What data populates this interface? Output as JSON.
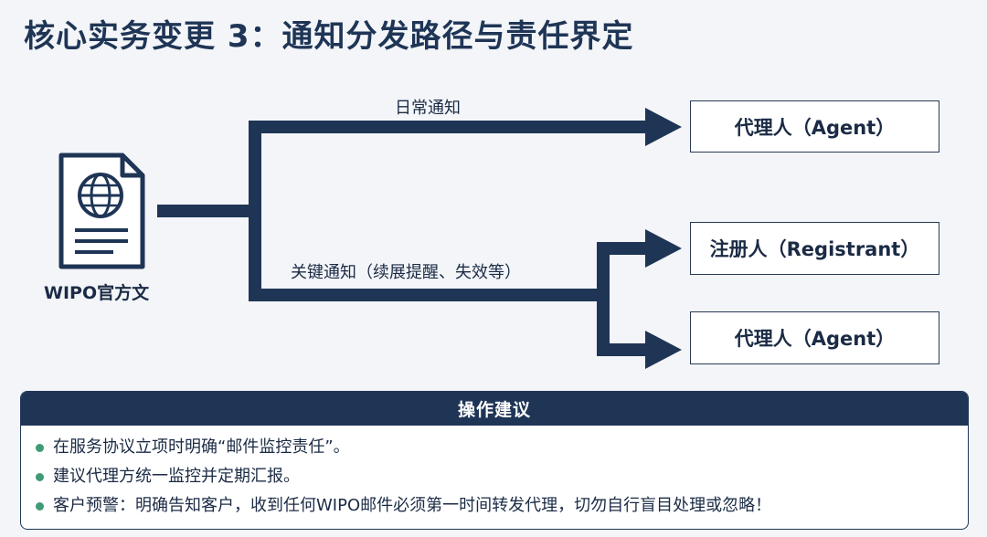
{
  "title": "核心实务变更 3：通知分发路径与责任界定",
  "source": {
    "label": "WIPO官方文",
    "icon": "document-globe-icon"
  },
  "edges": {
    "daily_label": "日常通知",
    "key_label": "关键通知（续展提醒、失效等）"
  },
  "targets": {
    "daily_agent": "代理人（Agent）",
    "registrant": "注册人（Registrant）",
    "key_agent": "代理人（Agent）"
  },
  "advice": {
    "header": "操作建议",
    "items": [
      "在服务协议立项时明确“邮件监控责任”。",
      "建议代理方统一监控并定期汇报。",
      "客户预警：明确告知客户，收到任何WIPO邮件必须第一时间转发代理，切勿自行盲目处理或忽略！"
    ]
  },
  "colors": {
    "primary": "#1f3556",
    "bullet": "#3f9a76",
    "background": "#f3f5f8"
  }
}
